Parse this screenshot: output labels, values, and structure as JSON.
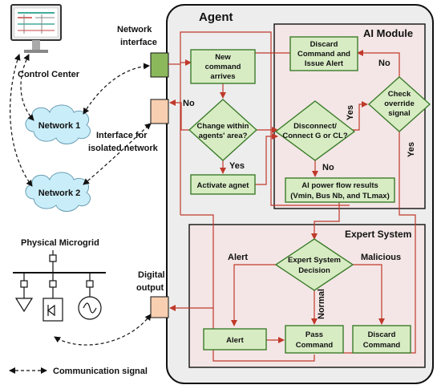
{
  "agent": {
    "title": "Agent",
    "ai_module": "AI Module",
    "expert_system": "Expert System"
  },
  "left": {
    "control_center": "Control Center",
    "network1": "Network 1",
    "network2": "Network 2",
    "network_interface_l1": "Network",
    "network_interface_l2": "interface",
    "isolated_l1": "Interface for",
    "isolated_l2": "isolated network",
    "physical_microgrid": "Physical Microgrid",
    "digital_l1": "Digital",
    "digital_l2": "output",
    "legend": "Communication signal"
  },
  "nodes": {
    "new_cmd_l1": "New",
    "new_cmd_l2": "command",
    "new_cmd_l3": "arrives",
    "change_l1": "Change within",
    "change_l2": "agents' area?",
    "activate": "Activate agnet",
    "discard_l1": "Discard",
    "discard_l2": "Command and",
    "discard_l3": "Issue Alert",
    "disconnect_l1": "Disconnect/",
    "disconnect_l2": "Connect G or CL?",
    "override_l1": "Check",
    "override_l2": "override",
    "override_l3": "signal",
    "pf_l1": "AI power flow results",
    "pf_l2": "(Vmin, Bus Nb, and TLmax)",
    "es_l1": "Expert System",
    "es_l2": "Decision",
    "alert": "Alert",
    "pass_l1": "Pass",
    "pass_l2": "Command",
    "discard2_l1": "Discard",
    "discard2_l2": "Command"
  },
  "edges": {
    "no_left": "No",
    "yes_activate": "Yes",
    "yes_disconnect": "Yes",
    "no_disconnect": "No",
    "no_override": "No",
    "yes_override": "Yes",
    "alert": "Alert",
    "malicious": "Malicious",
    "normal": "Normal"
  },
  "colors": {
    "flow": "#c0392b",
    "box_fill": "#d8ecc4",
    "box_stroke": "#3c7d2b",
    "ai_fill": "#f4e6e6",
    "agent_fill": "#ededed",
    "network_interface": "#8cb85c",
    "isolated_interface": "#f8cfb0",
    "cloud": "#c9eefa"
  }
}
